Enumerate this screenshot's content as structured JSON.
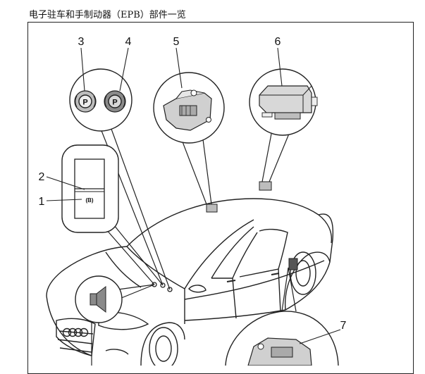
{
  "title": "电子驻车和手制动器（EPB）部件一览",
  "callouts": [
    {
      "id": "1",
      "label": "1"
    },
    {
      "id": "2",
      "label": "2"
    },
    {
      "id": "3",
      "label": "3"
    },
    {
      "id": "4",
      "label": "4"
    },
    {
      "id": "5",
      "label": "5"
    },
    {
      "id": "6",
      "label": "6"
    },
    {
      "id": "7",
      "label": "7"
    }
  ],
  "icons": {
    "parking_letter": "P",
    "switch_symbol": "(B)"
  },
  "colors": {
    "line": "#222222",
    "light_gray": "#bdbdbd",
    "dark_gray": "#8a8a8a",
    "component_fill": "#d0d0d0"
  }
}
